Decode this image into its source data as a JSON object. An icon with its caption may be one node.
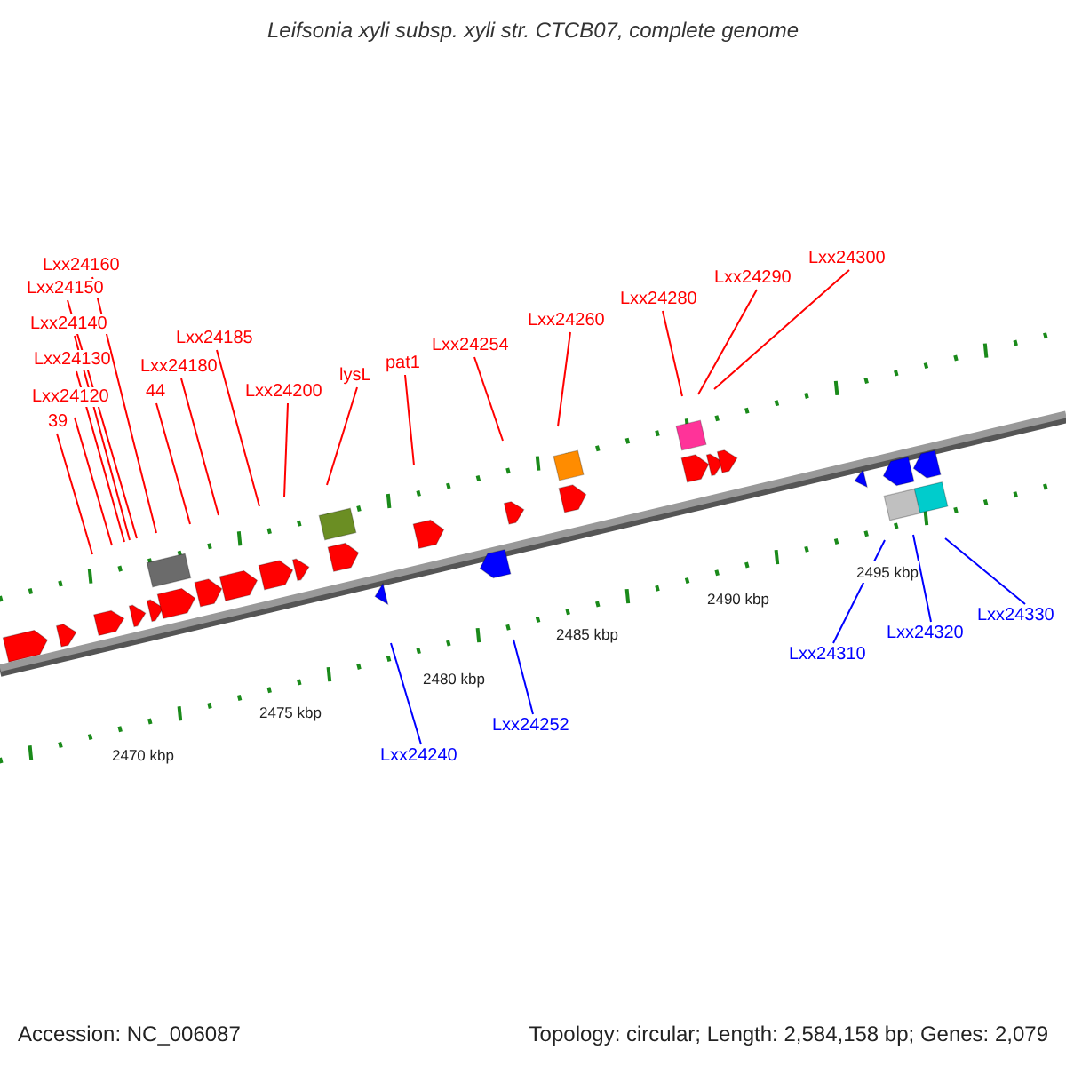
{
  "diagram": {
    "title": "Leifsonia xyli subsp. xyli str. CTCB07, complete genome",
    "nodes": [
      {
        "text": [
          "Lxx24160"
        ]
      },
      {
        "text": [
          "Lxx24150"
        ]
      },
      {
        "text": [
          "Lxx24140"
        ]
      },
      {
        "text": [
          "Lxx24130"
        ]
      },
      {
        "text": [
          "Lxx24120"
        ]
      },
      {
        "text": [
          "39"
        ]
      },
      {
        "text": [
          "Lxx24180"
        ]
      },
      {
        "text": [
          "44"
        ]
      },
      {
        "text": [
          "Lxx24185"
        ]
      },
      {
        "text": [
          "Lxx24200"
        ]
      },
      {
        "text": [
          "lysL"
        ]
      },
      {
        "text": [
          "pat1"
        ]
      },
      {
        "text": [
          "Lxx24254"
        ]
      },
      {
        "text": [
          "Lxx24260"
        ]
      },
      {
        "text": [
          "Lxx24280"
        ]
      },
      {
        "text": [
          "Lxx24290"
        ]
      },
      {
        "text": [
          "Lxx24300"
        ]
      },
      {
        "text": [
          "Lxx24240"
        ]
      },
      {
        "text": [
          "Lxx24252"
        ]
      },
      {
        "text": [
          "Lxx24310"
        ]
      },
      {
        "text": [
          "Lxx24320"
        ]
      },
      {
        "text": [
          "Lxx24330"
        ]
      }
    ],
    "edges": [
      {
        "from": 0,
        "to": null,
        "arrow": "none"
      },
      {
        "from": 1,
        "to": null,
        "arrow": "none"
      },
      {
        "from": 2,
        "to": null,
        "arrow": "none"
      },
      {
        "from": 3,
        "to": null,
        "arrow": "none"
      },
      {
        "from": 4,
        "to": null,
        "arrow": "none"
      },
      {
        "from": 5,
        "to": null,
        "arrow": "none"
      },
      {
        "from": 6,
        "to": null,
        "arrow": "none"
      },
      {
        "from": 7,
        "to": null,
        "arrow": "none"
      },
      {
        "from": 8,
        "to": null,
        "arrow": "none"
      },
      {
        "from": 9,
        "to": null,
        "arrow": "none"
      },
      {
        "from": 10,
        "to": null,
        "arrow": "none"
      },
      {
        "from": 11,
        "to": null,
        "arrow": "none"
      },
      {
        "from": 12,
        "to": null,
        "arrow": "none"
      },
      {
        "from": 13,
        "to": null,
        "arrow": "none"
      },
      {
        "from": 14,
        "to": null,
        "arrow": "none"
      },
      {
        "from": 15,
        "to": null,
        "arrow": "none"
      },
      {
        "from": 16,
        "to": null,
        "arrow": "none"
      },
      {
        "from": 17,
        "to": null,
        "arrow": "none",
        "color": "#0000ff"
      },
      {
        "from": 18,
        "to": null,
        "arrow": "none",
        "color": "#0000ff"
      },
      {
        "from": 19,
        "to": null,
        "arrow": "none",
        "color": "#0000ff"
      },
      {
        "from": 20,
        "to": null,
        "arrow": "none",
        "color": "#0000ff"
      },
      {
        "from": 21,
        "to": null,
        "arrow": "none",
        "color": "#0000ff"
      }
    ],
    "labels": [
      "2495 kbp",
      "2490 kbp",
      "2485 kbp",
      "2480 kbp",
      "2475 kbp",
      "2470 kbp",
      "Accession: NC_006087",
      "Topology: circular; Length: 2,584,158 bp; Genes: 2,079"
    ]
  }
}
